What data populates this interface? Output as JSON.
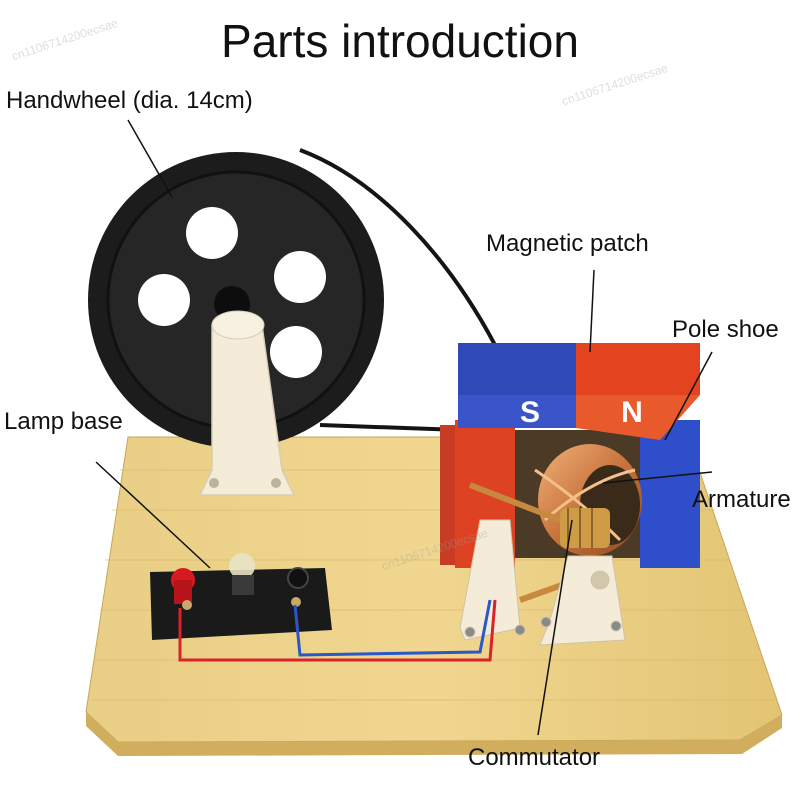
{
  "title": "Parts introduction",
  "labels": {
    "handwheel": "Handwheel  (dia. 14cm)",
    "magnetic_patch": "Magnetic patch",
    "pole_shoe": "Pole shoe",
    "armature": "Armature",
    "lamp_base": "Lamp base",
    "commutator": "Commutator"
  },
  "magnet": {
    "south": "S",
    "north": "N",
    "south_color": "#2f49b8",
    "north_color": "#e4431f"
  },
  "watermark": "cn1106714200ecsae",
  "colors": {
    "wood": "#e8c979",
    "wheel": "#1c1c1c",
    "lamp_base": "#1a1a1a",
    "support": "#f4ecd8"
  }
}
